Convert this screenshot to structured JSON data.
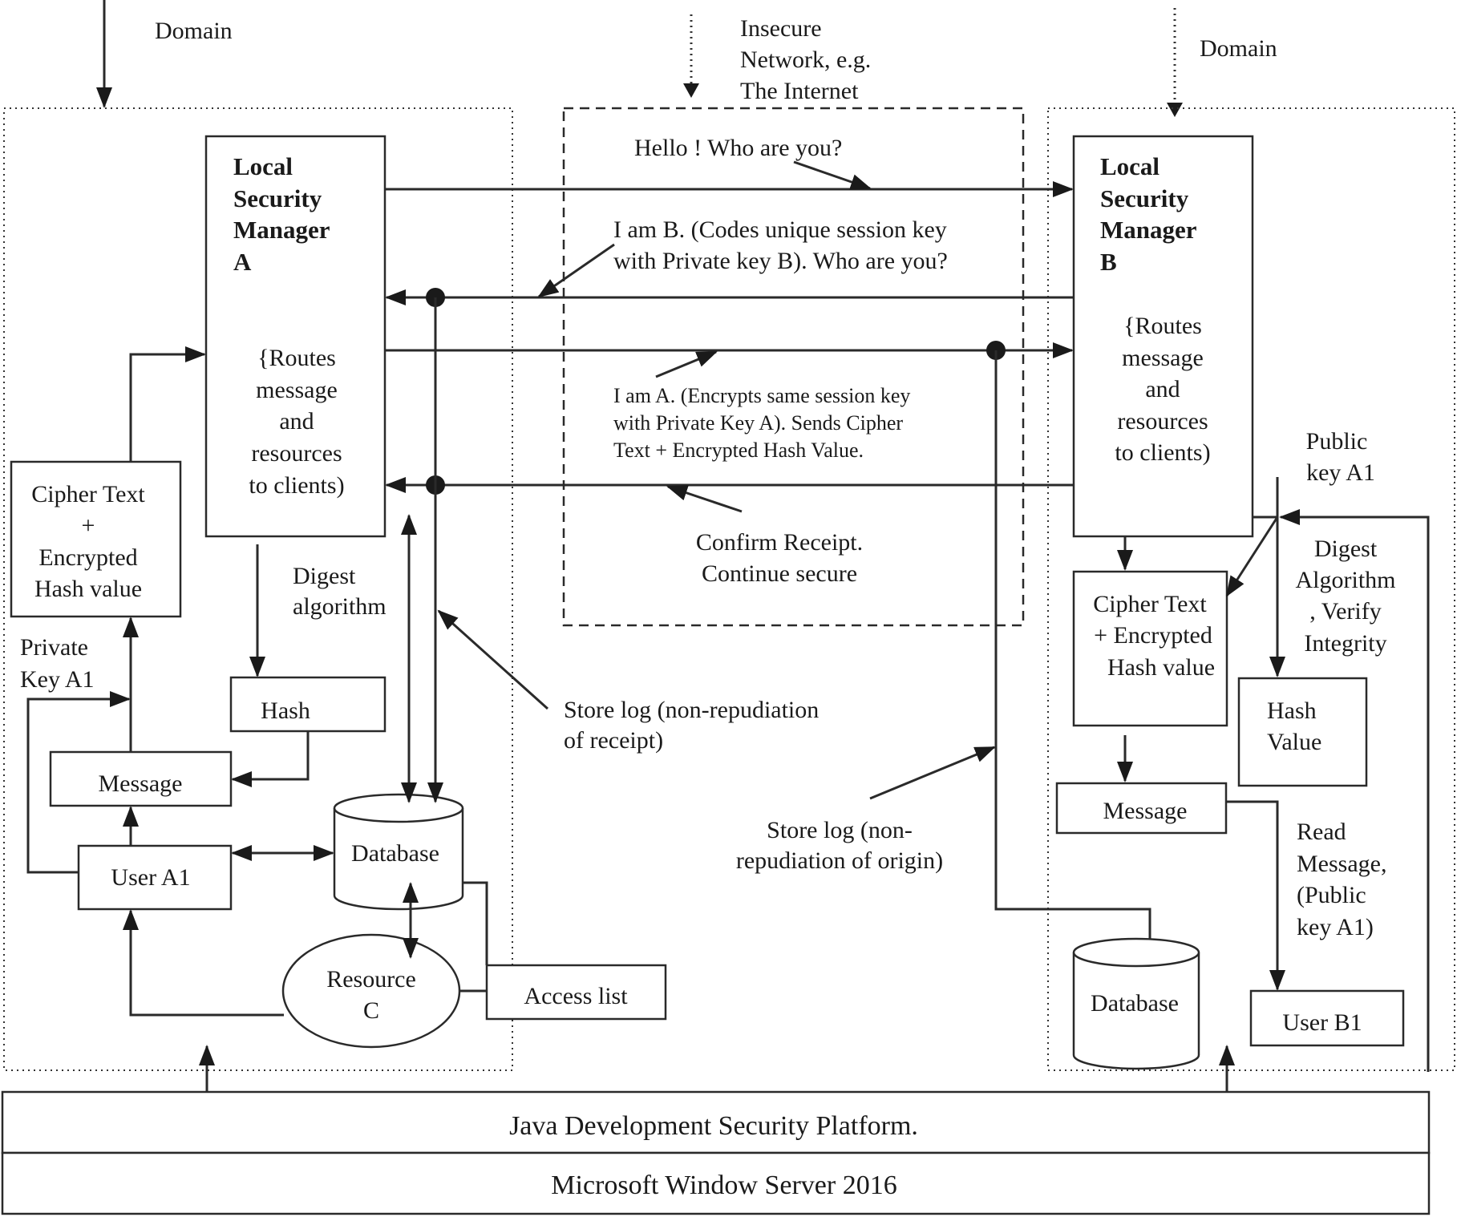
{
  "domain_left": "Domain",
  "domain_right": "Domain",
  "network": {
    "line1": "Insecure",
    "line2": "Network, e.g.",
    "line3": "The Internet"
  },
  "lsm_a": {
    "line1": "Local",
    "line2": "Security",
    "line3": "Manager",
    "line4": "A",
    "routes1": "{Routes",
    "routes2": "message",
    "routes3": "and",
    "routes4": "resources",
    "routes5": "to clients)"
  },
  "lsm_b": {
    "line1": "Local",
    "line2": "Security",
    "line3": "Manager",
    "line4": "B",
    "routes1": "{Routes",
    "routes2": "message",
    "routes3": "and",
    "routes4": "resources",
    "routes5": "to clients)"
  },
  "messages": {
    "hello": "Hello ! Who are you?",
    "iamb1": "I am B. (Codes unique session key",
    "iamb2": "with Private key B). Who are you?",
    "iama1": "I am A. (Encrypts same session key",
    "iama2": "with Private Key A). Sends Cipher",
    "iama3": "Text + Encrypted Hash Value.",
    "confirm1": "Confirm Receipt.",
    "confirm2": "Continue secure"
  },
  "left": {
    "cipher1": "Cipher Text",
    "cipher2": "+",
    "cipher3": "Encrypted",
    "cipher4": "Hash value",
    "private1": "Private",
    "private2": "Key A1",
    "digest1": "Digest",
    "digest2": "algorithm",
    "hash": "Hash",
    "message": "Message",
    "user": "User A1",
    "database": "Database",
    "resource1": "Resource",
    "resource2": "C",
    "access": "Access list"
  },
  "store_receipt1": "Store log (non-repudiation",
  "store_receipt2": "of receipt)",
  "store_origin1": "Store log (non-",
  "store_origin2": "repudiation of origin)",
  "right": {
    "public1": "Public",
    "public2": "key A1",
    "digest1": "Digest",
    "digest2": "Algorithm",
    "digest3": ", Verify",
    "digest4": "Integrity",
    "cipher1": "Cipher Text",
    "cipher2": "+ Encrypted",
    "cipher3": "Hash value",
    "hash1": "Hash",
    "hash2": "Value",
    "message": "Message",
    "read1": "Read",
    "read2": "Message,",
    "read3": "(Public",
    "read4": "key A1)",
    "database": "Database",
    "user": "User B1"
  },
  "platform": "Java Development Security   Platform.",
  "os": "Microsoft Window Server 2016"
}
